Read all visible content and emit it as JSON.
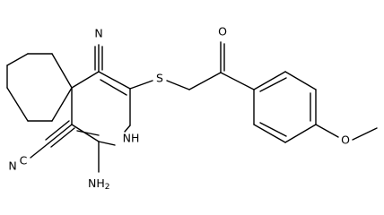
{
  "structure": {
    "atoms": {
      "N_top": "N",
      "C_left": "C",
      "N_left": "N",
      "S": "S",
      "O_ketone": "O",
      "NH": "NH",
      "NH2_main": "NH",
      "NH2_sub": "2",
      "O_methoxy": "O"
    }
  }
}
